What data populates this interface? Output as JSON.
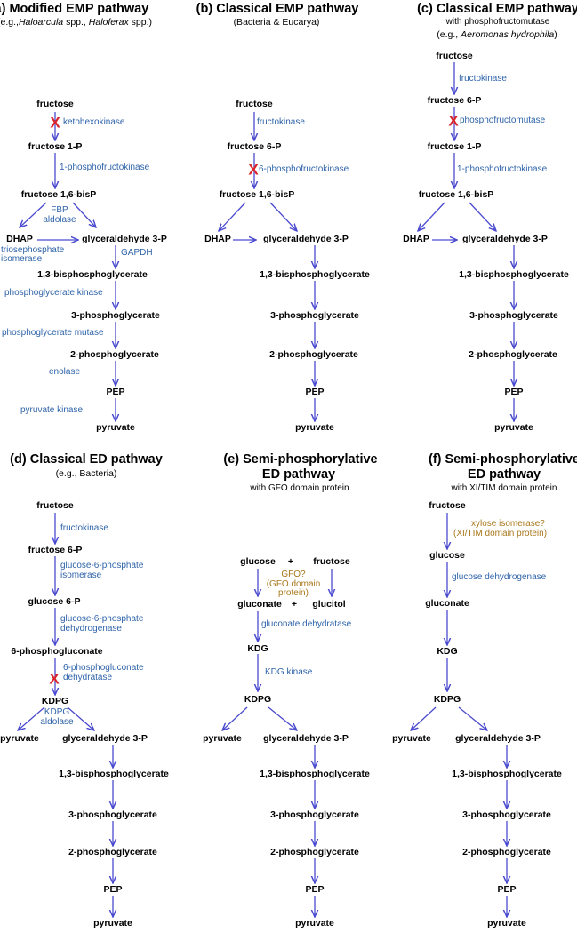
{
  "panels": {
    "a": {
      "title": "(a) Modified EMP pathway",
      "subtitle_prefix": "(e.g.,",
      "subtitle_italic1": "Haloarcula",
      "subtitle_mid": "spp.,",
      "subtitle_italic2": "Haloferax",
      "subtitle_suffix": "spp.)",
      "fructose": "fructose",
      "ketohexokinase": "ketohexokinase",
      "fructose_1p": "fructose 1-P",
      "pfk1": "1-phosphofructokinase",
      "fbp": "fructose 1,6-bisP",
      "fbp_aldolase_1": "FBP",
      "fbp_aldolase_2": "aldolase",
      "dhap": "DHAP",
      "g3p": "glyceraldehyde 3-P",
      "tpi_1": "triosephosphate",
      "tpi_2": "isomerase",
      "gapdh": "GAPDH",
      "bpg": "1,3-bisphosphoglycerate",
      "pgk": "phosphoglycerate kinase",
      "pg3": "3-phosphoglycerate",
      "pgm": "phosphoglycerate mutase",
      "pg2": "2-phosphoglycerate",
      "enolase": "enolase",
      "pep": "PEP",
      "pk": "pyruvate kinase",
      "pyruvate": "pyruvate"
    },
    "b": {
      "title": "(b) Classical EMP pathway",
      "subtitle": "(Bacteria & Eucarya)",
      "fructose": "fructose",
      "fructokinase": "fructokinase",
      "fructose_6p": "fructose 6-P",
      "pfk6": "6-phosphofructokinase",
      "fbp": "fructose 1,6-bisP",
      "dhap": "DHAP",
      "g3p": "glyceraldehyde 3-P",
      "bpg": "1,3-bisphosphoglycerate",
      "pg3": "3-phosphoglycerate",
      "pg2": "2-phosphoglycerate",
      "pep": "PEP",
      "pyruvate": "pyruvate"
    },
    "c": {
      "title": "(c) Classical EMP pathway",
      "subtitle1": "with phosphofructomutase",
      "subtitle2_prefix": "(e.g.,",
      "subtitle2_italic": "Aeromonas hydrophila",
      "subtitle2_suffix": ")",
      "fructose": "fructose",
      "fructokinase": "fructokinase",
      "fructose_6p": "fructose 6-P",
      "pfm": "phosphofructomutase",
      "fructose_1p": "fructose 1-P",
      "pfk1": "1-phosphofructokinase",
      "fbp": "fructose 1,6-bisP",
      "dhap": "DHAP",
      "g3p": "glyceraldehyde 3-P",
      "bpg": "1,3-bisphosphoglycerate",
      "pg3": "3-phosphoglycerate",
      "pg2": "2-phosphoglycerate",
      "pep": "PEP",
      "pyruvate": "pyruvate"
    },
    "d": {
      "title": "(d) Classical ED pathway",
      "subtitle": "(e.g., Bacteria)",
      "fructose": "fructose",
      "fructokinase": "fructokinase",
      "fructose_6p": "fructose 6-P",
      "g6pi_1": "glucose-6-phosphate",
      "g6pi_2": "isomerase",
      "glucose_6p": "glucose 6-P",
      "g6pdh_1": "glucose-6-phosphate",
      "g6pdh_2": "dehydrogenase",
      "pgluconate": "6-phosphogluconate",
      "pgd_1": "6-phosphogluconate",
      "pgd_2": "dehydratase",
      "kdpg": "KDPG",
      "kdpga_1": "KDPG",
      "kdpga_2": "aldolase",
      "pyruvate_left": "pyruvate",
      "g3p": "glyceraldehyde 3-P",
      "bpg": "1,3-bisphosphoglycerate",
      "pg3": "3-phosphoglycerate",
      "pg2": "2-phosphoglycerate",
      "pep": "PEP",
      "pyruvate": "pyruvate"
    },
    "e": {
      "title1": "(e) Semi-phosphorylative",
      "title2": "ED pathway",
      "subtitle": "with GFO domain protein",
      "glucose": "glucose",
      "plus1": "+",
      "fructose": "fructose",
      "gfo_1": "GFO?",
      "gfo_2": "(GFO domain",
      "gfo_3": "protein)",
      "gluconate": "gluconate",
      "plus2": "+",
      "glucitol": "glucitol",
      "gad": "gluconate dehydratase",
      "kdg": "KDG",
      "kdgk": "KDG kinase",
      "kdpg": "KDPG",
      "pyruvate_left": "pyruvate",
      "g3p": "glyceraldehyde 3-P",
      "bpg": "1,3-bisphosphoglycerate",
      "pg3": "3-phosphoglycerate",
      "pg2": "2-phosphoglycerate",
      "pep": "PEP",
      "pyruvate": "pyruvate"
    },
    "f": {
      "title1": "(f) Semi-phosphorylative",
      "title2": "ED pathway",
      "subtitle": "with XI/TIM domain protein",
      "fructose": "fructose",
      "xi_1": "xylose isomerase?",
      "xi_2": "(XI/TIM domain protein)",
      "glucose": "glucose",
      "gdh": "glucose dehydrogenase",
      "gluconate": "gluconate",
      "kdg": "KDG",
      "kdpg": "KDPG",
      "pyruvate_left": "pyruvate",
      "g3p": "glyceraldehyde 3-P",
      "bpg": "1,3-bisphosphoglycerate",
      "pg3": "3-phosphoglycerate",
      "pg2": "2-phosphoglycerate",
      "pep": "PEP",
      "pyruvate": "pyruvate"
    }
  },
  "x_mark": "X",
  "colors": {
    "arrow": "#4a4ad0",
    "enzyme": "#2e63a9",
    "enzyme_putative": "#a8771b",
    "blocked": "#d9232a",
    "metabolite": "#000000"
  }
}
